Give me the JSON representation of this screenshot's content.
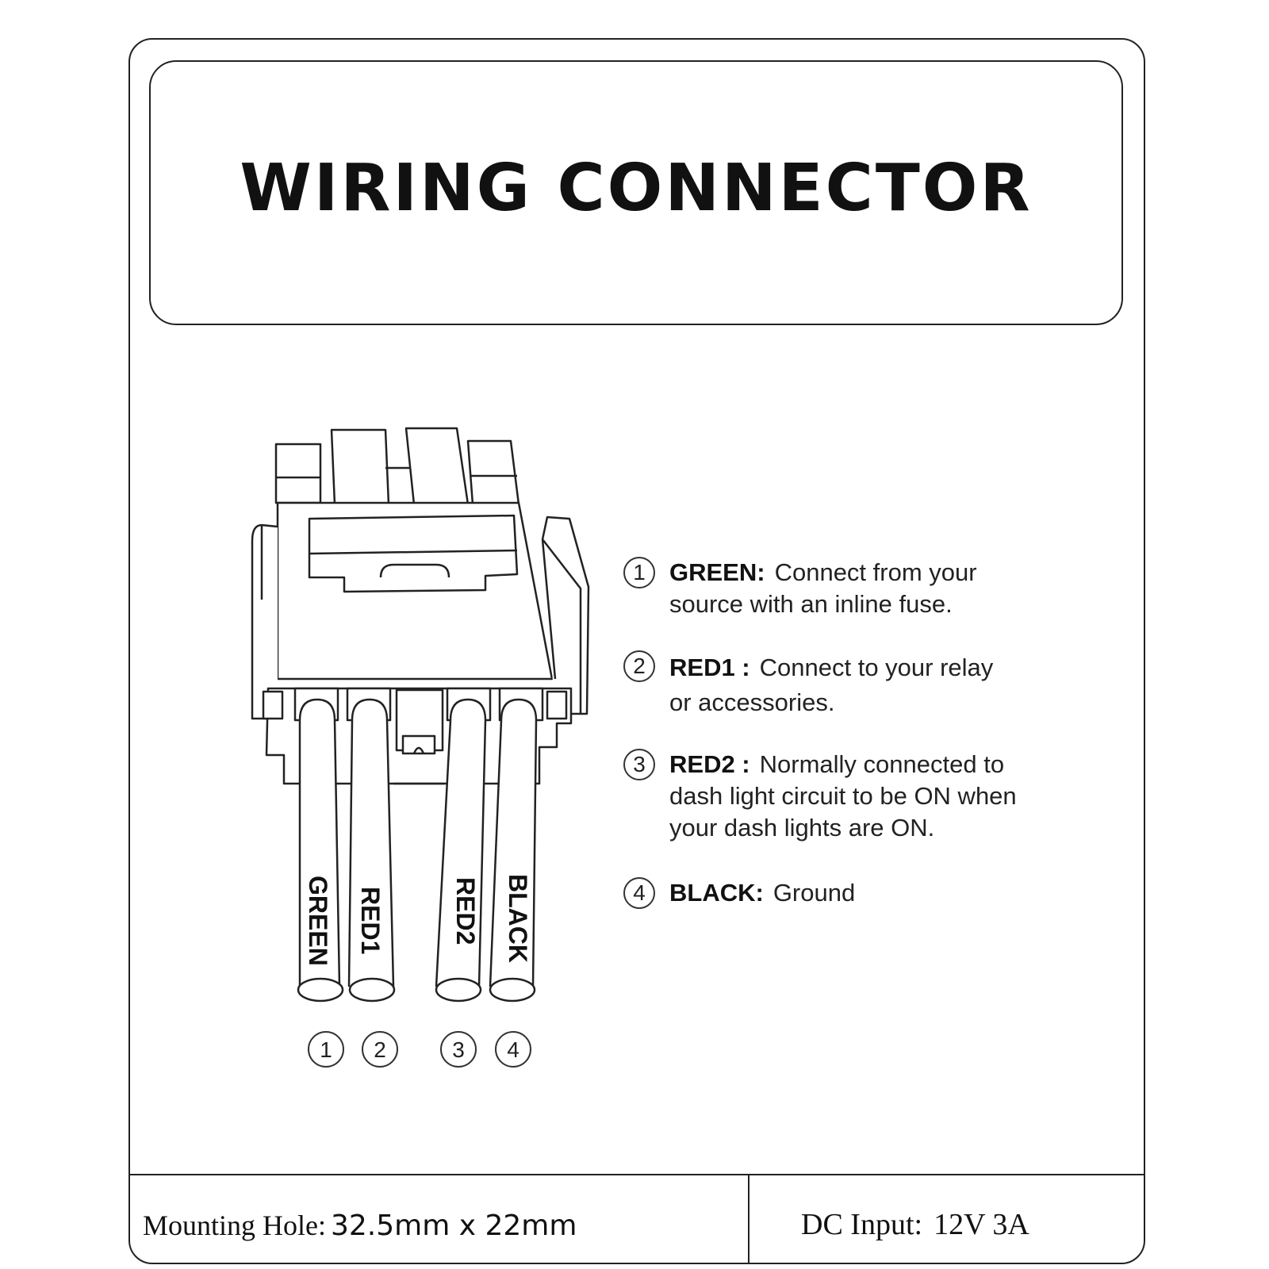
{
  "title": "WIRING CONNECTOR",
  "wires": [
    {
      "label": "GREEN",
      "num": "1"
    },
    {
      "label": "RED1",
      "num": "2"
    },
    {
      "label": "RED2",
      "num": "3"
    },
    {
      "label": "BLACK",
      "num": "4"
    }
  ],
  "legend": [
    {
      "num": "1",
      "key": "GREEN:",
      "desc": "Connect from your\nsource with an inline fuse."
    },
    {
      "num": "2",
      "key": "RED1 :",
      "desc": "Connect to your relay\nor accessories."
    },
    {
      "num": "3",
      "key": "RED2 :",
      "desc": "Normally connected to\ndash light circuit to be ON when\nyour dash lights are ON."
    },
    {
      "num": "4",
      "key": "BLACK:",
      "desc": "Ground"
    }
  ],
  "footer": {
    "mounting_label": "Mounting Hole:",
    "mounting_value": "32.5mm x 22mm",
    "dc_label": "DC Input:",
    "dc_value": "12V 3A"
  }
}
